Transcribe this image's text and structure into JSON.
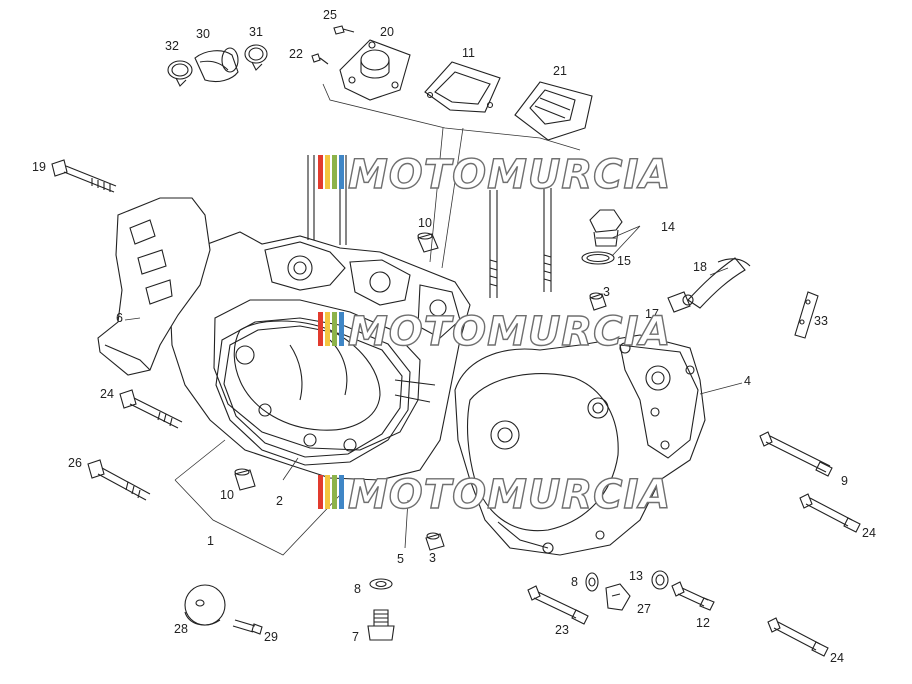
{
  "watermark": {
    "text": "MOTOMURCIA",
    "stripe_colors": [
      "#e23b2e",
      "#f3c640",
      "#8db34a",
      "#3f86c6"
    ]
  },
  "callouts": [
    {
      "id": "c1",
      "label": "1"
    },
    {
      "id": "c2",
      "label": "2"
    },
    {
      "id": "c3a",
      "label": "3"
    },
    {
      "id": "c3b",
      "label": "3"
    },
    {
      "id": "c4",
      "label": "4"
    },
    {
      "id": "c5",
      "label": "5"
    },
    {
      "id": "c6",
      "label": "6"
    },
    {
      "id": "c7",
      "label": "7"
    },
    {
      "id": "c8a",
      "label": "8"
    },
    {
      "id": "c8b",
      "label": "8"
    },
    {
      "id": "c9",
      "label": "9"
    },
    {
      "id": "c10a",
      "label": "10"
    },
    {
      "id": "c10b",
      "label": "10"
    },
    {
      "id": "c11",
      "label": "11"
    },
    {
      "id": "c12",
      "label": "12"
    },
    {
      "id": "c13",
      "label": "13"
    },
    {
      "id": "c14",
      "label": "14"
    },
    {
      "id": "c15",
      "label": "15"
    },
    {
      "id": "c17",
      "label": "17"
    },
    {
      "id": "c18",
      "label": "18"
    },
    {
      "id": "c19",
      "label": "19"
    },
    {
      "id": "c20",
      "label": "20"
    },
    {
      "id": "c21",
      "label": "21"
    },
    {
      "id": "c22",
      "label": "22"
    },
    {
      "id": "c23",
      "label": "23"
    },
    {
      "id": "c24a",
      "label": "24"
    },
    {
      "id": "c24b",
      "label": "24"
    },
    {
      "id": "c24c",
      "label": "24"
    },
    {
      "id": "c25",
      "label": "25"
    },
    {
      "id": "c26",
      "label": "26"
    },
    {
      "id": "c27",
      "label": "27"
    },
    {
      "id": "c28",
      "label": "28"
    },
    {
      "id": "c29",
      "label": "29"
    },
    {
      "id": "c30",
      "label": "30"
    },
    {
      "id": "c31",
      "label": "31"
    },
    {
      "id": "c32",
      "label": "32"
    },
    {
      "id": "c33",
      "label": "33"
    }
  ]
}
